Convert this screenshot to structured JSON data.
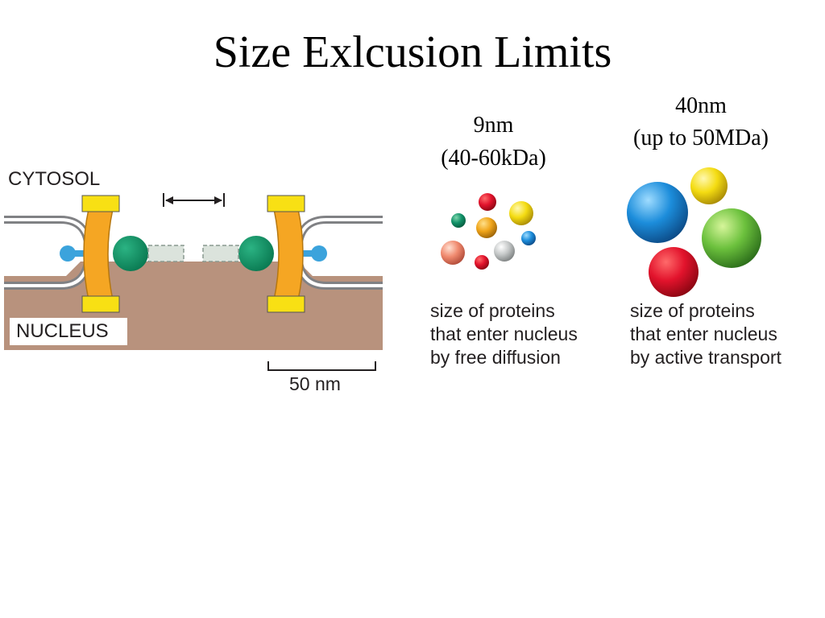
{
  "slide": {
    "title": "Size Exlcusion Limits"
  },
  "pore_diagram": {
    "cytosol_label": "CYTOSOL",
    "nucleus_label": "NUCLEUS",
    "scale_bar_label": "50 nm",
    "colors": {
      "nucleoplasm": "#b8927d",
      "membrane": "#808184",
      "pore_ring": "#f5a623",
      "pore_cap": "#f8e014",
      "channel_protein": "#0e8a5f",
      "anchor": "#3ba3dc",
      "gate": "#dbe3dc"
    }
  },
  "passive_group": {
    "size_label": "9nm",
    "mass_label": "(40-60kDa)",
    "caption_lines": [
      "size of proteins",
      "that enter nucleus",
      "by free diffusion"
    ]
  },
  "active_group": {
    "size_label": "40nm",
    "mass_label": "(up to 50MDa)",
    "caption_lines": [
      "size of proteins",
      "that enter nucleus",
      "by active transport"
    ]
  }
}
